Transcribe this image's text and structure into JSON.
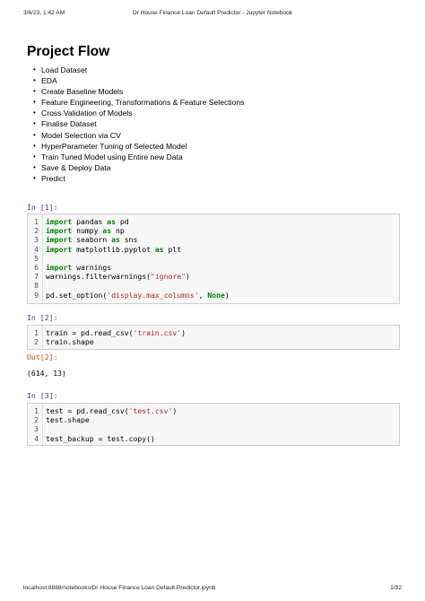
{
  "print_header": {
    "datetime": "3/6/23, 1:42 AM",
    "doc_title": "Dr House Finance Loan Default Predictor - Jupyter Notebook"
  },
  "print_footer": {
    "url": "localhost:8888/notebooks/Dr House Finance Loan Default Predictor.ipynb",
    "page": "1/32"
  },
  "notebook": {
    "title": "Project Flow",
    "flow_items": [
      "Load Dataset",
      "EDA",
      "Create Baseline Models",
      "Feature Engineering, Transformations & Feature Selections",
      "Cross Validation of Models",
      "Finalise Dataset",
      "Model Selection via CV",
      "HyperParameter Tuning of Selected Model",
      "Train Tuned Model using Entire new Data",
      "Save & Deploy Data",
      "Predict"
    ],
    "bullet": "•",
    "cells": [
      {
        "prompt": "In [1]:",
        "lines": [
          {
            "n": "1",
            "parts": [
              {
                "t": "import",
                "c": "kw"
              },
              {
                "t": " pandas ",
                "c": ""
              },
              {
                "t": "as",
                "c": "kw"
              },
              {
                "t": " pd",
                "c": ""
              }
            ]
          },
          {
            "n": "2",
            "parts": [
              {
                "t": "import",
                "c": "kw"
              },
              {
                "t": " numpy ",
                "c": ""
              },
              {
                "t": "as",
                "c": "kw"
              },
              {
                "t": " np",
                "c": ""
              }
            ]
          },
          {
            "n": "3",
            "parts": [
              {
                "t": "import",
                "c": "kw"
              },
              {
                "t": " seaborn ",
                "c": ""
              },
              {
                "t": "as",
                "c": "kw"
              },
              {
                "t": " sns",
                "c": ""
              }
            ]
          },
          {
            "n": "4",
            "parts": [
              {
                "t": "import",
                "c": "kw"
              },
              {
                "t": " matplotlib.pyplot ",
                "c": ""
              },
              {
                "t": "as",
                "c": "kw"
              },
              {
                "t": " plt",
                "c": ""
              }
            ]
          },
          {
            "n": "5",
            "parts": []
          },
          {
            "n": "6",
            "parts": [
              {
                "t": "import",
                "c": "kw"
              },
              {
                "t": " warnings",
                "c": ""
              }
            ]
          },
          {
            "n": "7",
            "parts": [
              {
                "t": "warnings.filterwarnings(",
                "c": ""
              },
              {
                "t": "\"ignore\"",
                "c": "str"
              },
              {
                "t": ")",
                "c": ""
              }
            ]
          },
          {
            "n": "8",
            "parts": []
          },
          {
            "n": "9",
            "parts": [
              {
                "t": "pd.set_option(",
                "c": ""
              },
              {
                "t": "'display.max_columns'",
                "c": "str"
              },
              {
                "t": ", ",
                "c": ""
              },
              {
                "t": "None",
                "c": "kw"
              },
              {
                "t": ")",
                "c": ""
              }
            ]
          }
        ]
      },
      {
        "prompt": "In [2]:",
        "lines": [
          {
            "n": "1",
            "parts": [
              {
                "t": "train = pd.read_csv(",
                "c": ""
              },
              {
                "t": "'train.csv'",
                "c": "str"
              },
              {
                "t": ")",
                "c": ""
              }
            ]
          },
          {
            "n": "2",
            "parts": [
              {
                "t": "train.shape",
                "c": ""
              }
            ]
          }
        ],
        "out_prompt": "Out[2]:",
        "output": "(614, 13)"
      },
      {
        "prompt": "In [3]:",
        "lines": [
          {
            "n": "1",
            "parts": [
              {
                "t": "test = pd.read_csv(",
                "c": ""
              },
              {
                "t": "'test.csv'",
                "c": "str"
              },
              {
                "t": ")",
                "c": ""
              }
            ]
          },
          {
            "n": "2",
            "parts": [
              {
                "t": "test.shape",
                "c": ""
              }
            ]
          },
          {
            "n": "3",
            "parts": []
          },
          {
            "n": "4",
            "parts": [
              {
                "t": "test_backup = test.copy()",
                "c": ""
              }
            ]
          }
        ]
      }
    ]
  }
}
